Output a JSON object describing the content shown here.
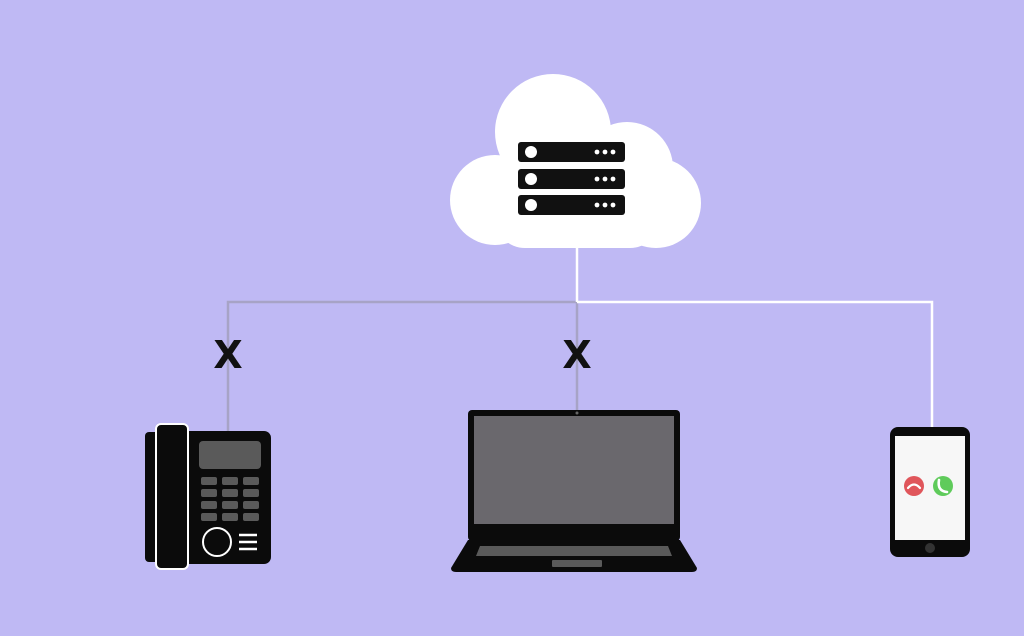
{
  "colors": {
    "background": "#bfb9f4",
    "cloud": "#ffffff",
    "server": "#111111",
    "link_active": "#ffffff",
    "link_broken": "#a7a3c6",
    "device": "#0b0b0b",
    "laptop_screen": "#6a686d",
    "phone_screen": "#f7f7f7",
    "decline": "#e0565b",
    "accept": "#5fcb5b"
  },
  "diagram": {
    "cloud": {
      "icon": "server-rack-icon"
    },
    "devices": [
      {
        "id": "desk-phone",
        "icon": "desk-phone-icon",
        "connection": "broken",
        "marker": "X"
      },
      {
        "id": "laptop",
        "icon": "laptop-icon",
        "connection": "broken",
        "marker": "X"
      },
      {
        "id": "smartphone",
        "icon": "smartphone-icon",
        "connection": "active",
        "marker": ""
      }
    ],
    "smartphone_buttons": [
      {
        "icon": "decline-call-icon"
      },
      {
        "icon": "accept-call-icon"
      }
    ]
  }
}
